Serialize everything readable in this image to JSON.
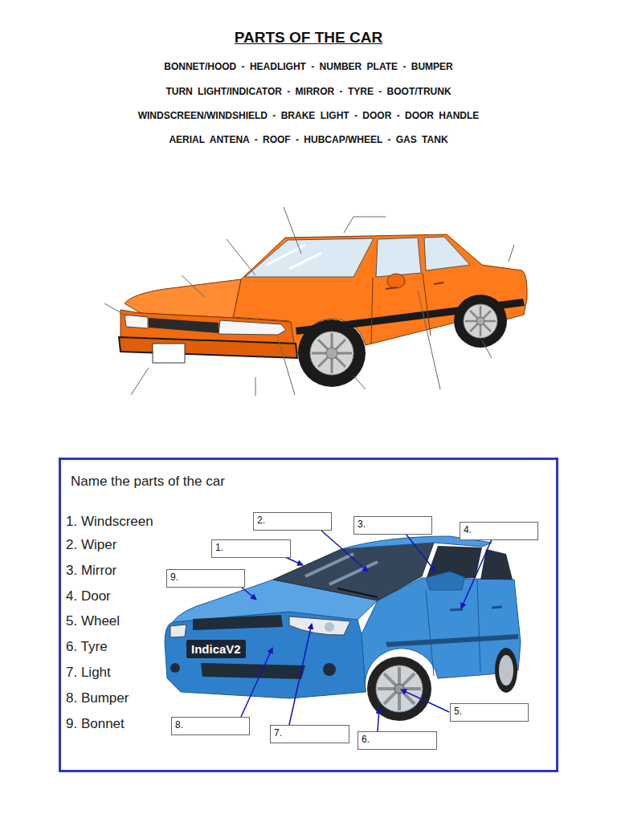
{
  "diagram": {
    "title": "PARTS OF THE CAR",
    "nodes": [
      {
        "text": [
          "Name the parts of the car"
        ]
      },
      {
        "text": [
          "2."
        ],
        "in": 0
      },
      {
        "text": [
          "3."
        ],
        "in": 0
      },
      {
        "text": [
          "4."
        ],
        "in": 0
      },
      {
        "text": [
          "1."
        ],
        "in": 0
      },
      {
        "text": [
          "9."
        ],
        "in": 0
      },
      {
        "text": [
          "5."
        ],
        "in": 0
      },
      {
        "text": [
          "8."
        ],
        "in": 0
      },
      {
        "text": [
          "7."
        ],
        "in": 0
      },
      {
        "text": [
          "6."
        ],
        "in": 0
      }
    ],
    "labels": [
      "BONNET/HOOD - HEADLIGHT - NUMBER PLATE - BUMPER",
      "TURN LIGHT/INDICATOR - MIRROR - TYRE - BOOT/TRUNK",
      "WINDSCREEN/WINDSHIELD - BRAKE LIGHT - DOOR - DOOR HANDLE",
      "AERIAL ANTENA - ROOF - HUBCAP/WHEEL - GAS TANK",
      "1. Windscreen",
      "2. Wiper",
      "3. Mirror",
      "4. Door",
      "5. Wheel",
      "6. Tyre",
      "7. Light",
      "8. Bumper",
      "9. Bonnet",
      "IndicaV2"
    ]
  }
}
